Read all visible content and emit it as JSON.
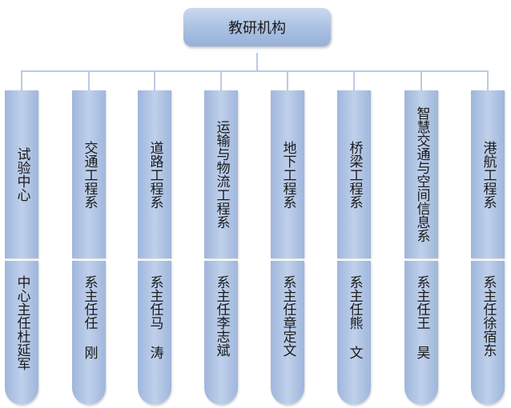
{
  "root": {
    "title": "教研机构"
  },
  "departments": [
    {
      "name": "试验中心",
      "head_title": "中心主任",
      "head_name": "杜延军"
    },
    {
      "name": "交通工程系",
      "head_title": "系主任",
      "head_name": "任 刚"
    },
    {
      "name": "道路工程系",
      "head_title": "系主任",
      "head_name": "马 涛"
    },
    {
      "name": "运输与物流工程系",
      "head_title": "系主任",
      "head_name": "李志斌"
    },
    {
      "name": "地下工程系",
      "head_title": "系主任",
      "head_name": "章定文"
    },
    {
      "name": "桥梁工程系",
      "head_title": "系主任",
      "head_name": "熊 文"
    },
    {
      "name": "智慧交通与空间信息系",
      "head_title": "系主任",
      "head_name": "王 昊"
    },
    {
      "name": "港航工程系",
      "head_title": "系主任",
      "head_name": "徐宿东"
    }
  ],
  "colors": {
    "box_fill": "#a9c0e2",
    "connector": "#b7cbe6"
  }
}
